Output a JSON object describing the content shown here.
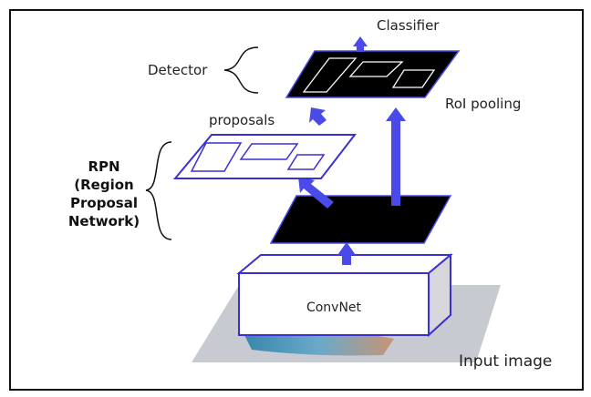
{
  "labels": {
    "classifier": "Classifier",
    "detector": "Detector",
    "roi_pooling": "RoI pooling",
    "proposals": "proposals",
    "rpn_lines": [
      "RPN",
      "(Region",
      "Proposal",
      "Network)"
    ],
    "convnet": "ConvNet",
    "input_image": "Input image"
  },
  "colors": {
    "frame": "#111111",
    "feature_map_fill": "#000000",
    "proposal_stroke": "#3a2fd6",
    "arrow": "#4a4ae8",
    "convnet_stroke": "#3a2fd6",
    "convnet_side": "#d6d6dc",
    "input_plane": "#c8cad2"
  }
}
